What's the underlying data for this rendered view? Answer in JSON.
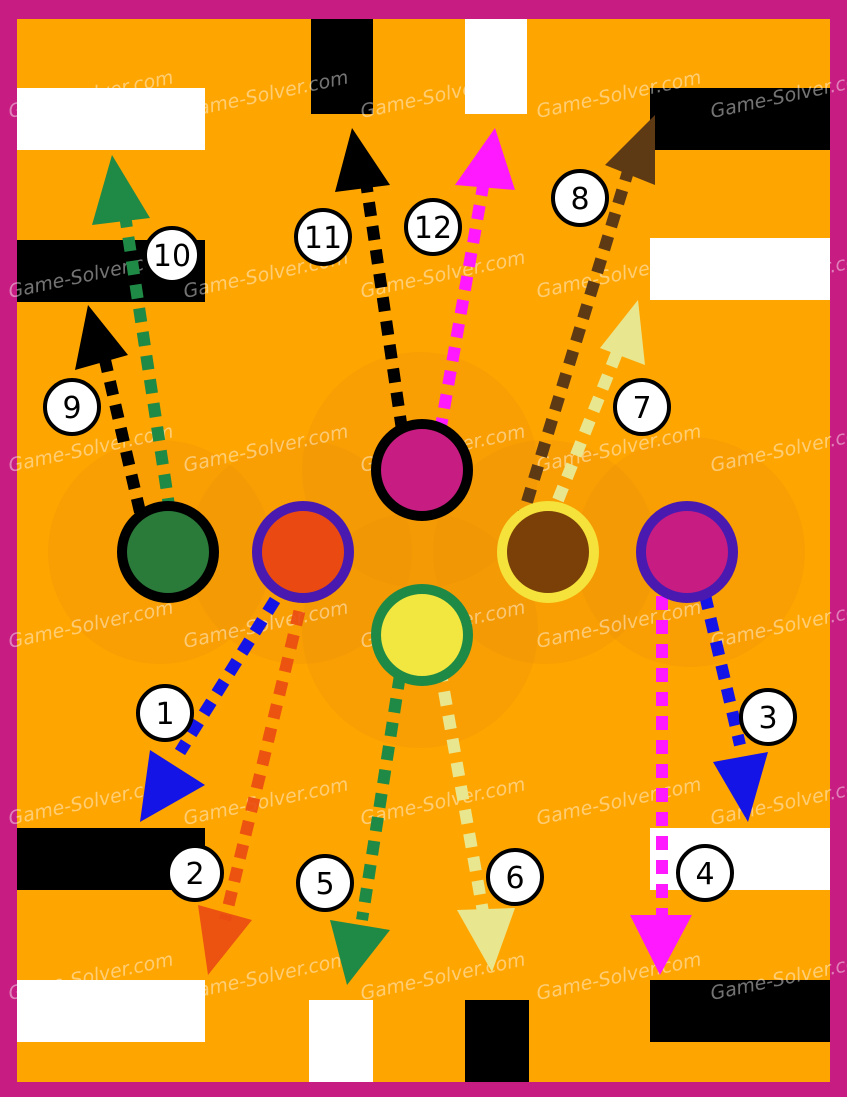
{
  "watermark": "Game-Solver.com",
  "colors": {
    "frame": "#c71c82",
    "board": "#ffa500",
    "black": "#000000",
    "white": "#ffffff",
    "green": "#1f8a45",
    "blue": "#1414e6",
    "orange_red": "#ea4a12",
    "magenta": "#ff19ff",
    "brown": "#5e3a14",
    "pale_yellow": "#e9e690"
  },
  "moves": [
    {
      "label": "1",
      "color": "blue"
    },
    {
      "label": "2",
      "color": "orange-red"
    },
    {
      "label": "3",
      "color": "blue"
    },
    {
      "label": "4",
      "color": "magenta"
    },
    {
      "label": "5",
      "color": "green"
    },
    {
      "label": "6",
      "color": "pale-yellow"
    },
    {
      "label": "7",
      "color": "pale-yellow"
    },
    {
      "label": "8",
      "color": "brown"
    },
    {
      "label": "9",
      "color": "black"
    },
    {
      "label": "10",
      "color": "green"
    },
    {
      "label": "11",
      "color": "black"
    },
    {
      "label": "12",
      "color": "magenta"
    }
  ],
  "balls": [
    {
      "fill": "green",
      "ring": "black"
    },
    {
      "fill": "orange-red",
      "ring": "purple"
    },
    {
      "fill": "magenta",
      "ring": "black"
    },
    {
      "fill": "yellow",
      "ring": "green"
    },
    {
      "fill": "brown",
      "ring": "yellow"
    },
    {
      "fill": "magenta",
      "ring": "purple"
    }
  ],
  "targets": [
    {
      "color": "white"
    },
    {
      "color": "black"
    },
    {
      "color": "black"
    },
    {
      "color": "white"
    },
    {
      "color": "black"
    },
    {
      "color": "white"
    },
    {
      "color": "black"
    },
    {
      "color": "white"
    },
    {
      "color": "white"
    },
    {
      "color": "black"
    },
    {
      "color": "white"
    },
    {
      "color": "black"
    }
  ]
}
